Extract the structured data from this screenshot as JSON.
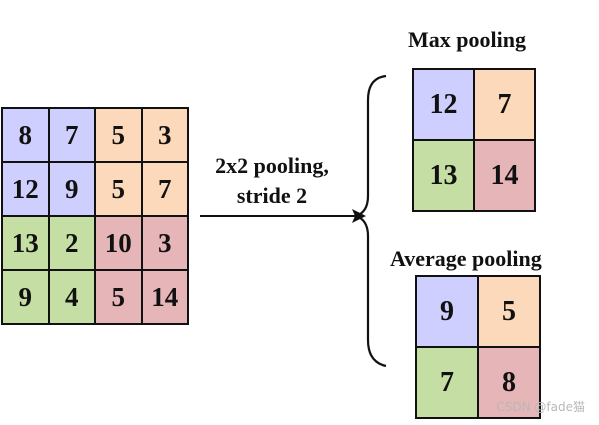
{
  "colors": {
    "blue": "#cfcfff",
    "orange": "#fdd9bc",
    "green": "#c5dea3",
    "red": "#e6b5b7"
  },
  "input_grid": {
    "rows": [
      [
        {
          "value": "8",
          "color": "blue"
        },
        {
          "value": "7",
          "color": "blue"
        },
        {
          "value": "5",
          "color": "orange"
        },
        {
          "value": "3",
          "color": "orange"
        }
      ],
      [
        {
          "value": "12",
          "color": "blue"
        },
        {
          "value": "9",
          "color": "blue"
        },
        {
          "value": "5",
          "color": "orange"
        },
        {
          "value": "7",
          "color": "orange"
        }
      ],
      [
        {
          "value": "13",
          "color": "green"
        },
        {
          "value": "2",
          "color": "green"
        },
        {
          "value": "10",
          "color": "red"
        },
        {
          "value": "3",
          "color": "red"
        }
      ],
      [
        {
          "value": "9",
          "color": "green"
        },
        {
          "value": "4",
          "color": "green"
        },
        {
          "value": "5",
          "color": "red"
        },
        {
          "value": "14",
          "color": "red"
        }
      ]
    ]
  },
  "operation": {
    "line1": "2x2 pooling,",
    "line2": "stride 2"
  },
  "max_pooling": {
    "title": "Max pooling",
    "cells": [
      {
        "value": "12",
        "color": "blue"
      },
      {
        "value": "7",
        "color": "orange"
      },
      {
        "value": "13",
        "color": "green"
      },
      {
        "value": "14",
        "color": "red"
      }
    ]
  },
  "average_pooling": {
    "title": "Average pooling",
    "cells": [
      {
        "value": "9",
        "color": "blue"
      },
      {
        "value": "5",
        "color": "orange"
      },
      {
        "value": "7",
        "color": "green"
      },
      {
        "value": "8",
        "color": "red"
      }
    ]
  },
  "watermark": "CSDN @fade猫"
}
